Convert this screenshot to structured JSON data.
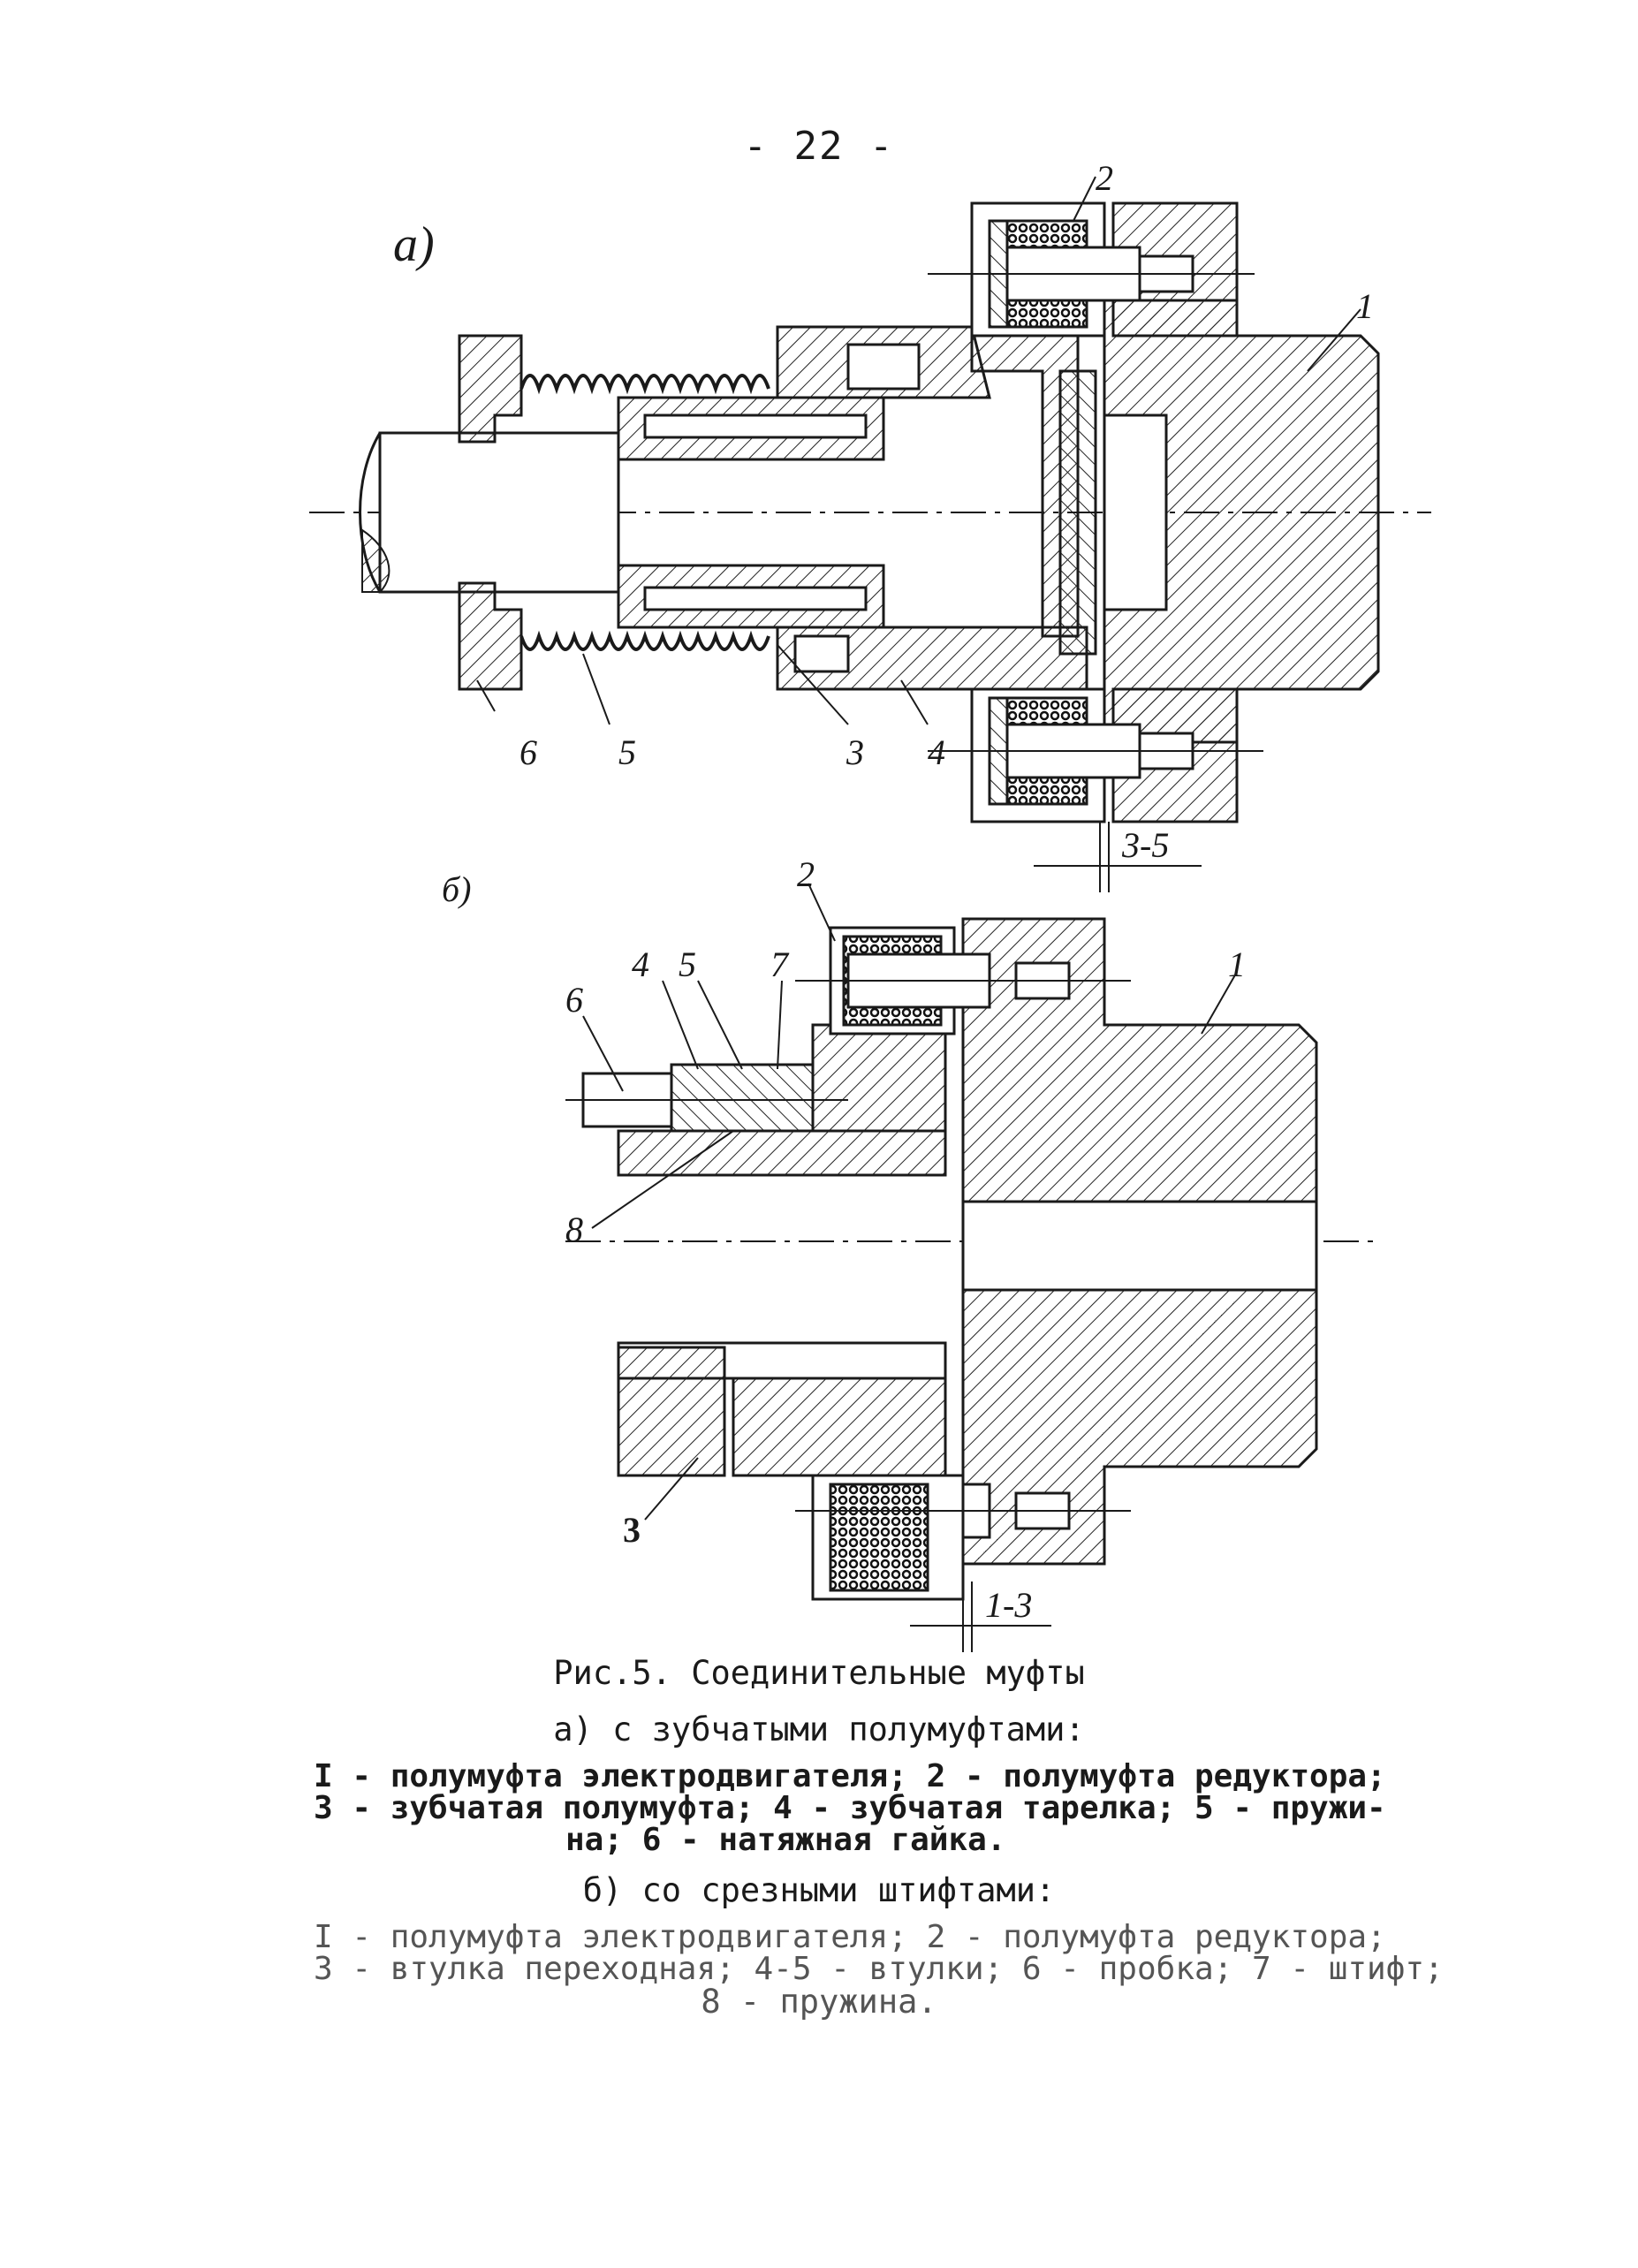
{
  "page": {
    "number": "- 22 -"
  },
  "figure_a": {
    "label": "a)",
    "callouts": {
      "c1": "1",
      "c2": "2",
      "c3": "3",
      "c4": "4",
      "c5": "5",
      "c6": "6"
    },
    "dimension": "3-5"
  },
  "figure_b": {
    "label": "б)",
    "callouts": {
      "c1": "1",
      "c2": "2",
      "c3": "3",
      "c4": "4",
      "c5": "5",
      "c6": "6",
      "c7": "7",
      "c8": "8"
    },
    "dimension": "1-3"
  },
  "caption": {
    "title": "Рис.5. Соединительные муфты",
    "sub_a": "а) с зубчатыми полумуфтами:",
    "legend_a": {
      "line1": "I - полумуфта электродвигателя; 2 - полумуфта редуктора;",
      "line2": "3 - зубчатая полумуфта; 4 - зубчатая тарелка; 5 - пружи-",
      "line3": "на; 6 - натяжная гайка."
    },
    "sub_b": "б) со срезными штифтами:",
    "legend_b": {
      "line1": "I - полумуфта электродвигателя; 2 - полумуфта редуктора;",
      "line2": "3 - втулка переходная; 4-5 - втулки; 6 - пробка; 7 - штифт;",
      "line3": "8 - пружина."
    }
  }
}
